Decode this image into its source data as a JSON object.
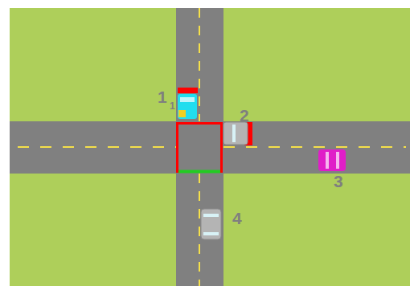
{
  "diagram": {
    "labels": [
      "1",
      "1",
      "2",
      "3",
      "4"
    ]
  }
}
